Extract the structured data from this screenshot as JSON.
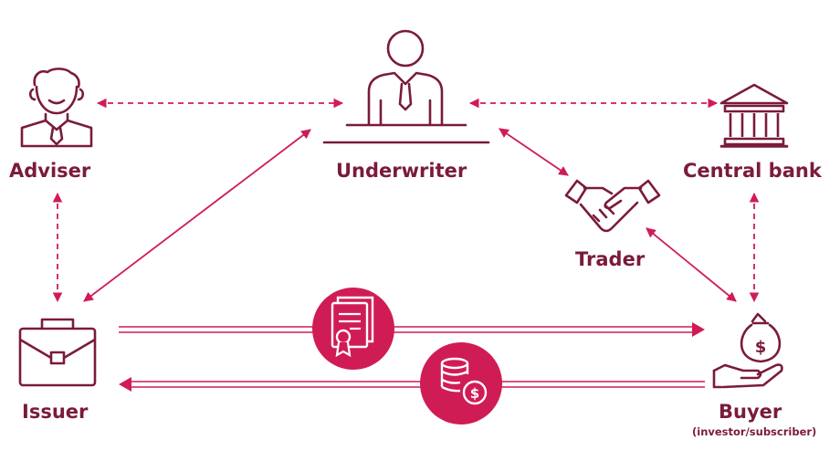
{
  "colors": {
    "primary": "#7a1b3a",
    "accent": "#d01c55",
    "white": "#ffffff"
  },
  "nodes": {
    "adviser": {
      "label": "Adviser",
      "icon": "person-icon"
    },
    "underwriter": {
      "label": "Underwriter",
      "icon": "businessman-at-desk-icon"
    },
    "central_bank": {
      "label": "Central bank",
      "icon": "bank-building-icon"
    },
    "trader": {
      "label": "Trader",
      "icon": "handshake-icon"
    },
    "issuer": {
      "label": "Issuer",
      "icon": "briefcase-icon"
    },
    "buyer": {
      "label": "Buyer",
      "sublabel": "(investor/subscriber)",
      "icon": "money-bag-hand-icon"
    }
  },
  "flows": [
    {
      "from": "issuer",
      "to": "buyer",
      "icon": "certificate-icon"
    },
    {
      "from": "buyer",
      "to": "issuer",
      "icon": "coins-dollar-icon"
    }
  ]
}
